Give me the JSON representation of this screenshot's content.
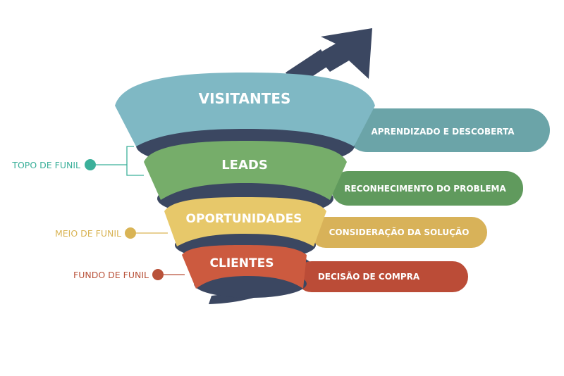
{
  "colors": {
    "arrow": "#3b4761",
    "background": "#ffffff",
    "text_on_shape": "#ffffff"
  },
  "stages": [
    {
      "title": "VISITANTES",
      "band": "APRENDIZADO E DESCOBERTA",
      "color": "#7fb8c4",
      "band_color": "#6ba4a8",
      "rim_color": "#3b4761"
    },
    {
      "title": "LEADS",
      "band": "RECONHECIMENTO DO PROBLEMA",
      "color": "#76ad6a",
      "band_color": "#609a5d",
      "rim_color": "#3b4761"
    },
    {
      "title": "OPORTUNIDADES",
      "band": "CONSIDERAÇÃO DA SOLUÇÃO",
      "color": "#e7c86a",
      "band_color": "#d8b259",
      "rim_color": "#3b4761"
    },
    {
      "title": "CLIENTES",
      "band": "DECISÃO DE COMPRA",
      "color": "#cc5a3f",
      "band_color": "#bb4c37",
      "rim_color": "#3b4761"
    }
  ],
  "side_labels": [
    {
      "text": "TOPO DE FUNIL",
      "color": "#3bb09a"
    },
    {
      "text": "MEIO DE FUNIL",
      "color": "#d9b455"
    },
    {
      "text": "FUNDO DE FUNIL",
      "color": "#b9523a"
    }
  ]
}
